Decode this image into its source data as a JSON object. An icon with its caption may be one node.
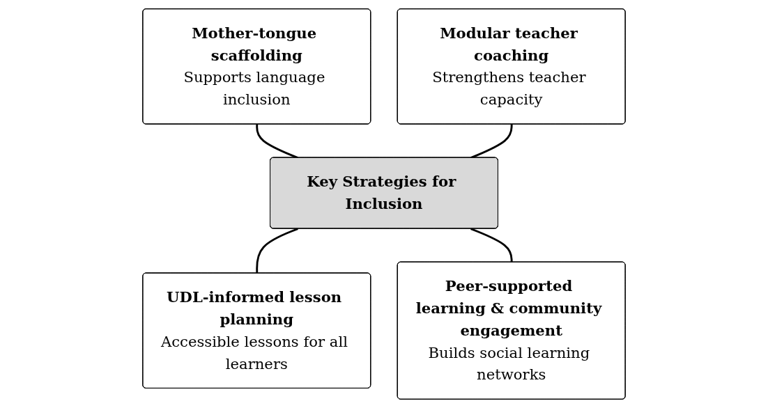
{
  "diagram": {
    "nodes": [
      {
        "text": [
          "Mother-tongue scaffolding",
          "Supports language inclusion"
        ]
      },
      {
        "text": [
          "Modular teacher coaching",
          "Strengthens teacher capacity"
        ]
      },
      {
        "text": [
          "Key Strategies for Inclusion"
        ]
      },
      {
        "text": [
          "UDL-informed lesson planning",
          "Accessible lessons for all learners"
        ]
      },
      {
        "text": [
          "Peer-supported learning & community engagement",
          "Builds social learning networks"
        ]
      }
    ],
    "edges": [
      {
        "from": 0,
        "to": 2,
        "arrow": "none"
      },
      {
        "from": 1,
        "to": 2,
        "arrow": "none"
      },
      {
        "from": 2,
        "to": 3,
        "arrow": "none"
      },
      {
        "from": 2,
        "to": 4,
        "arrow": "none"
      }
    ]
  }
}
